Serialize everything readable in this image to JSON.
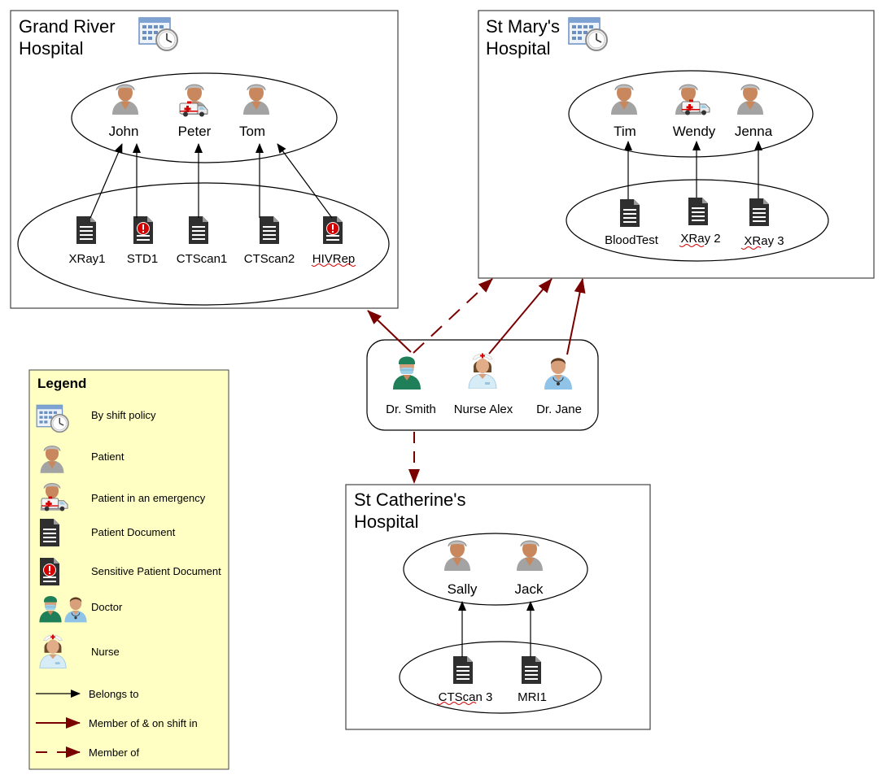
{
  "hospitals": {
    "grand_river": {
      "title_line1": "Grand River",
      "title_line2": "Hospital",
      "patients": [
        "John",
        "Peter",
        "Tom"
      ],
      "documents": [
        "XRay1",
        "STD1",
        "CTScan1",
        "CTScan2",
        "HIVRep"
      ]
    },
    "st_marys": {
      "title_line1": "St Mary's",
      "title_line2": "Hospital",
      "patients": [
        "Tim",
        "Wendy",
        "Jenna"
      ],
      "documents": [
        "BloodTest",
        "XRay 2",
        "XRay  3"
      ]
    },
    "st_catherines": {
      "title_line1": "St Catherine's",
      "title_line2": "Hospital",
      "patients": [
        "Sally",
        "Jack"
      ],
      "documents": [
        "CTScan 3",
        "MRI1"
      ]
    }
  },
  "staff": [
    "Dr. Smith",
    "Nurse Alex",
    "Dr. Jane"
  ],
  "legend": {
    "title": "Legend",
    "items": [
      "By shift policy",
      "Patient",
      "Patient in an emergency",
      "Patient Document",
      "Sensitive Patient Document",
      "Doctor",
      "Nurse",
      "Belongs to",
      "Member of & on shift in",
      "Member of"
    ]
  },
  "colors": {
    "member_arrow": "#7a0000",
    "legend_bg": "#ffffc4",
    "patient_skin": "#c8875c",
    "patient_gown": "#9a9a9a",
    "document": "#2f2f2f",
    "sensitive_mark": "#d40000",
    "doctor_scrubs": "#1f7f58",
    "doctor_coat": "#8fc3e8"
  }
}
